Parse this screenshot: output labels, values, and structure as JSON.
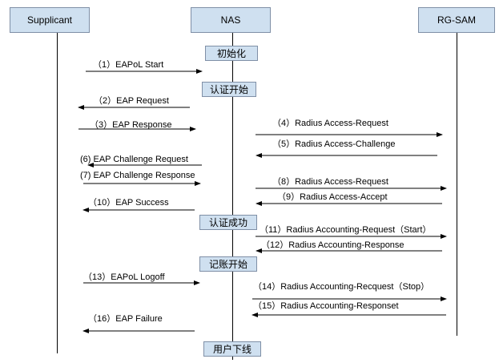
{
  "actors": [
    {
      "id": "supplicant",
      "label": "Supplicant"
    },
    {
      "id": "nas",
      "label": "NAS"
    },
    {
      "id": "rgsam",
      "label": "RG-SAM"
    }
  ],
  "phases": [
    {
      "label": "初始化"
    },
    {
      "label": "认证开始"
    },
    {
      "label": "认证成功"
    },
    {
      "label": "记账开始"
    },
    {
      "label": "用户下线"
    }
  ],
  "messages": [
    {
      "label": "（1）EAPoL Start",
      "from": "supplicant",
      "to": "nas"
    },
    {
      "label": "（2）EAP Request",
      "from": "nas",
      "to": "supplicant"
    },
    {
      "label": "（3）EAP  Response",
      "from": "supplicant",
      "to": "nas"
    },
    {
      "label": "（4）Radius Access-Request",
      "from": "nas",
      "to": "rgsam"
    },
    {
      "label": "（5）Radius Access-Challenge",
      "from": "rgsam",
      "to": "nas"
    },
    {
      "label": "(6) EAP  Challenge Request",
      "from": "nas",
      "to": "supplicant"
    },
    {
      "label": "(7) EAP  Challenge Response",
      "from": "supplicant",
      "to": "nas"
    },
    {
      "label": "（8）Radius Access-Request",
      "from": "nas",
      "to": "rgsam"
    },
    {
      "label": "（9）Radius Access-Accept",
      "from": "rgsam",
      "to": "nas"
    },
    {
      "label": "（10）EAP  Success",
      "from": "nas",
      "to": "supplicant"
    },
    {
      "label": "（11）Radius Accounting-Request（Start）",
      "from": "nas",
      "to": "rgsam"
    },
    {
      "label": "（12）Radius Accounting-Response",
      "from": "rgsam",
      "to": "nas"
    },
    {
      "label": "（13）EAPoL Logoff",
      "from": "supplicant",
      "to": "nas"
    },
    {
      "label": "（14）Radius Accounting-Recquest（Stop）",
      "from": "nas",
      "to": "rgsam"
    },
    {
      "label": "（15）Radius Accounting-Responset",
      "from": "rgsam",
      "to": "nas"
    },
    {
      "label": "（16）EAP Failure",
      "from": "nas",
      "to": "supplicant"
    }
  ]
}
